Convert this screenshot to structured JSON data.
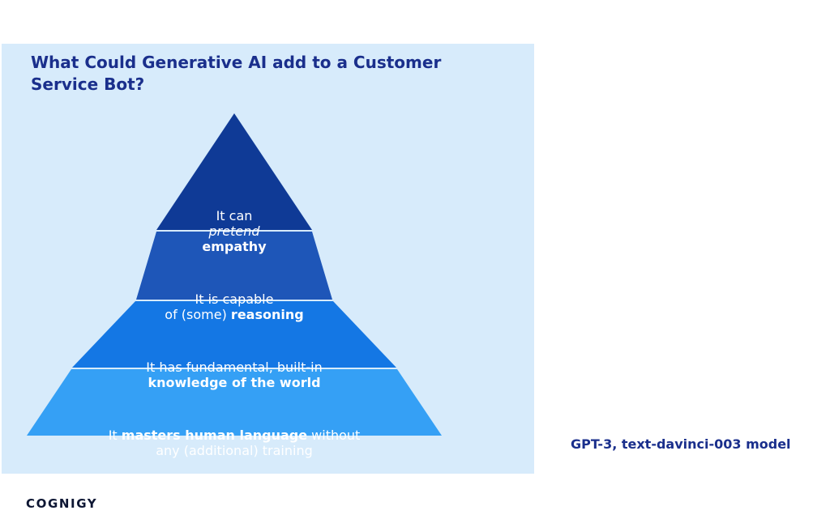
{
  "slide": {
    "title": "What Could Generative AI add to a Customer Service Bot?",
    "logo": "COGNIGY"
  },
  "pyramid": {
    "tiers": [
      {
        "level": "top",
        "color": "#0f3a96",
        "lines": [
          [
            {
              "text": "It can",
              "style": "normal"
            }
          ],
          [
            {
              "text": "pretend",
              "style": "italic"
            }
          ],
          [
            {
              "text": "empathy",
              "style": "bold"
            }
          ]
        ]
      },
      {
        "level": "upper-middle",
        "color": "#1e56b8",
        "lines": [
          [
            {
              "text": "It is capable",
              "style": "normal"
            }
          ],
          [
            {
              "text": "of (some) ",
              "style": "normal"
            },
            {
              "text": "reasoning",
              "style": "bold"
            }
          ]
        ]
      },
      {
        "level": "lower-middle",
        "color": "#1477e4",
        "lines": [
          [
            {
              "text": "It has fundamental, built-in",
              "style": "normal"
            }
          ],
          [
            {
              "text": "knowledge of the world",
              "style": "bold"
            }
          ]
        ]
      },
      {
        "level": "base",
        "color": "#35a0f5",
        "lines": [
          [
            {
              "text": "It ",
              "style": "normal"
            },
            {
              "text": "masters human language",
              "style": "bold"
            },
            {
              "text": " without",
              "style": "normal"
            }
          ],
          [
            {
              "text": "any (additional) training",
              "style": "normal"
            }
          ]
        ]
      }
    ]
  },
  "caption": "GPT-3, text-davinci-003 model",
  "colors": {
    "slide_background": "#d7ebfb",
    "title": "#1a2f8c",
    "caption": "#1a2f8c"
  }
}
